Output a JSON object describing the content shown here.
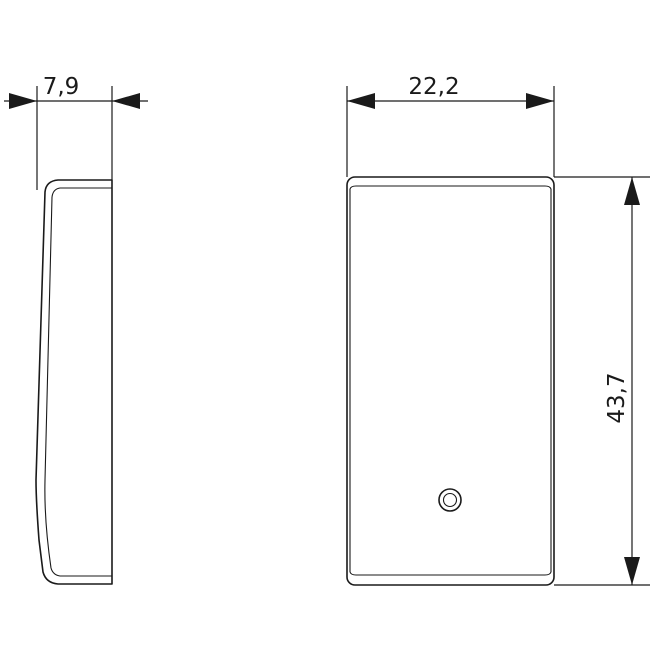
{
  "dimensions": {
    "depth": "7,9",
    "width": "22,2",
    "height": "43,7"
  },
  "colors": {
    "line": "#1a1a1a",
    "background": "#ffffff"
  }
}
